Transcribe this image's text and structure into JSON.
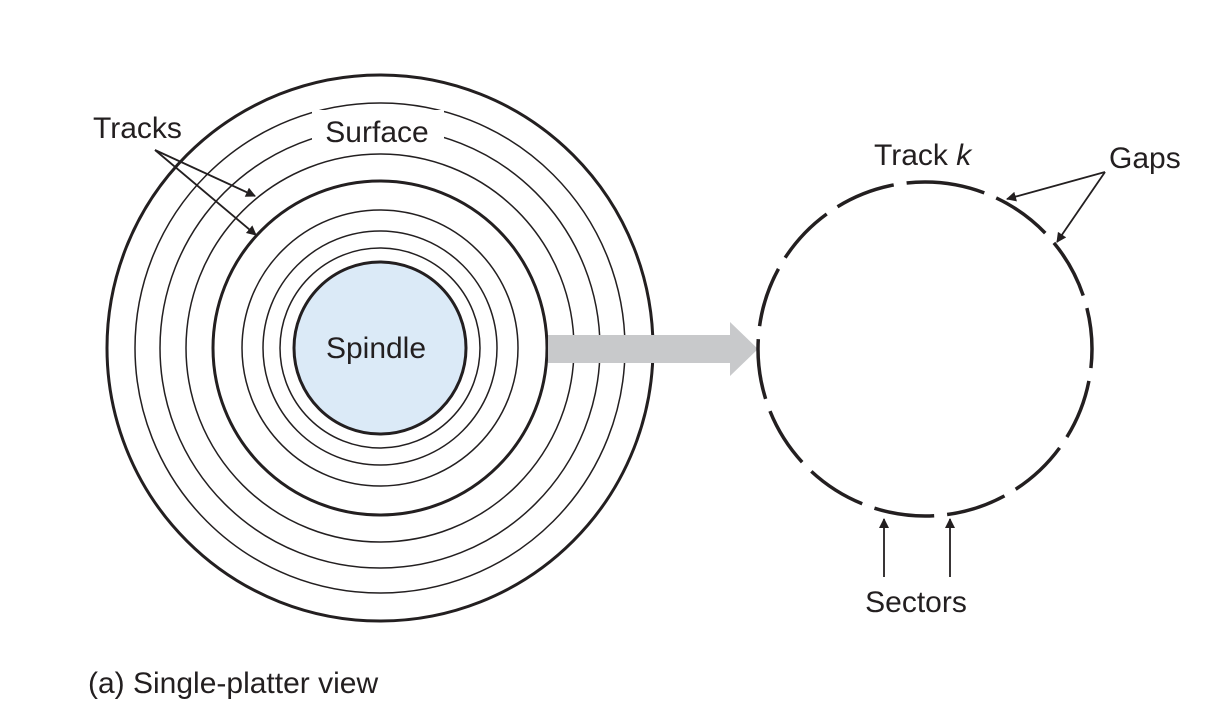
{
  "labels": {
    "tracks": "Tracks",
    "surface": "Surface",
    "spindle": "Spindle",
    "track_prefix": "Track ",
    "track_var": "k",
    "gaps": "Gaps",
    "sectors": "Sectors"
  },
  "caption": "(a) Single-platter view",
  "colors": {
    "ink": "#231f20",
    "spindle_fill": "#dbeaf7",
    "arrow_fill": "#c8c9cb",
    "background": "#ffffff"
  }
}
